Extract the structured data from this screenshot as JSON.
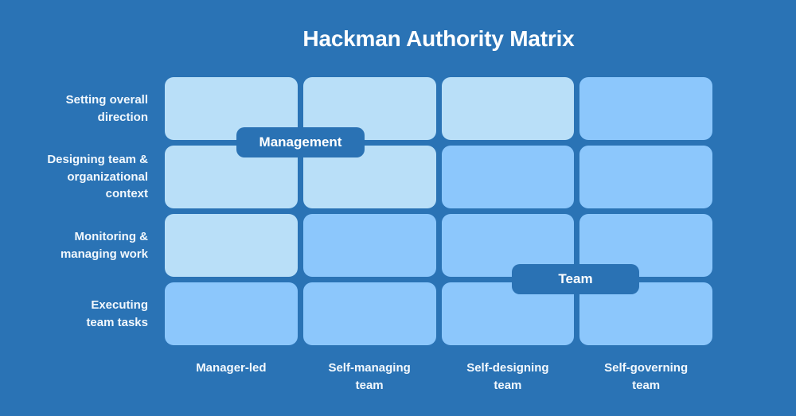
{
  "title": "Hackman Authority Matrix",
  "colors": {
    "background": "#2a73b5",
    "cell_management": "#b9dff8",
    "cell_team": "#8cc7fc",
    "badge_background": "#2a72b4",
    "title_text": "#ffffff",
    "label_text": "#f2f8fd"
  },
  "badges": {
    "management": {
      "label": "Management"
    },
    "team": {
      "label": "Team"
    }
  },
  "rows": [
    {
      "label": "Setting overall\ndirection"
    },
    {
      "label": "Designing team &\norganizational\ncontext"
    },
    {
      "label": "Monitoring &\nmanaging work"
    },
    {
      "label": "Executing\nteam tasks"
    }
  ],
  "columns": [
    {
      "label": "Manager-led"
    },
    {
      "label": "Self-managing\nteam"
    },
    {
      "label": "Self-designing\nteam"
    },
    {
      "label": "Self-governing\nteam"
    }
  ],
  "matrix": {
    "cells": [
      [
        "management",
        "management",
        "management",
        "team"
      ],
      [
        "management",
        "management",
        "team",
        "team"
      ],
      [
        "management",
        "team",
        "team",
        "team"
      ],
      [
        "team",
        "team",
        "team",
        "team"
      ]
    ]
  }
}
